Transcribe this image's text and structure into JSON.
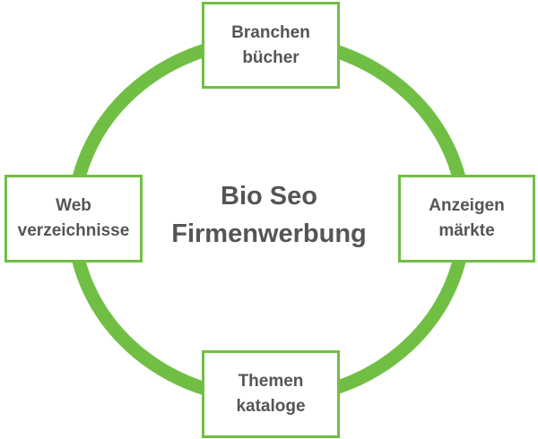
{
  "center": {
    "line1": "Bio Seo",
    "line2": "Firmenwerbung"
  },
  "nodes": [
    {
      "line1": "Branchen",
      "line2": "bücher"
    },
    {
      "line1": "Anzeigen",
      "line2": "märkte"
    },
    {
      "line1": "Themen",
      "line2": "kataloge"
    },
    {
      "line1": "Web",
      "line2": "verzeichnisse"
    }
  ],
  "colors": {
    "accent": "#70bf44",
    "text": "#555555"
  }
}
